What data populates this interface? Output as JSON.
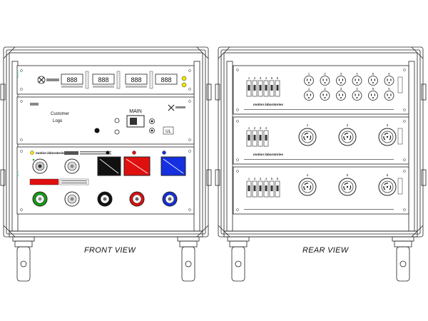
{
  "front": {
    "view_label": "FRONT VIEW",
    "customer_logo_line1": "Customer",
    "customer_logo_line2": "Logo",
    "main_label": "MAIN",
    "brand": "motion laboratories"
  },
  "rear": {
    "view_label": "REAR VIEW",
    "brand": "motion laboratories",
    "panel1_breaker_labels": [
      "1",
      "2",
      "3",
      "4",
      "5",
      "6"
    ],
    "panel1_outlet_labels": [
      "1",
      "2",
      "3",
      "4",
      "5",
      "6",
      "1",
      "2",
      "3",
      "4",
      "5",
      "6"
    ],
    "panel2_breaker_labels": [
      "1",
      "2",
      "3",
      "4"
    ],
    "panel2_twistlock_labels": [
      "1",
      "2",
      "3"
    ],
    "panel3_twistlock_labels": [
      "4",
      "5",
      "6"
    ]
  },
  "colors": {
    "line": "#222222",
    "black_connector": "#111111",
    "red_connector": "#e01010",
    "blue_connector": "#1530e0",
    "green_ring": "#12a012",
    "status_led": "#f2e600"
  }
}
